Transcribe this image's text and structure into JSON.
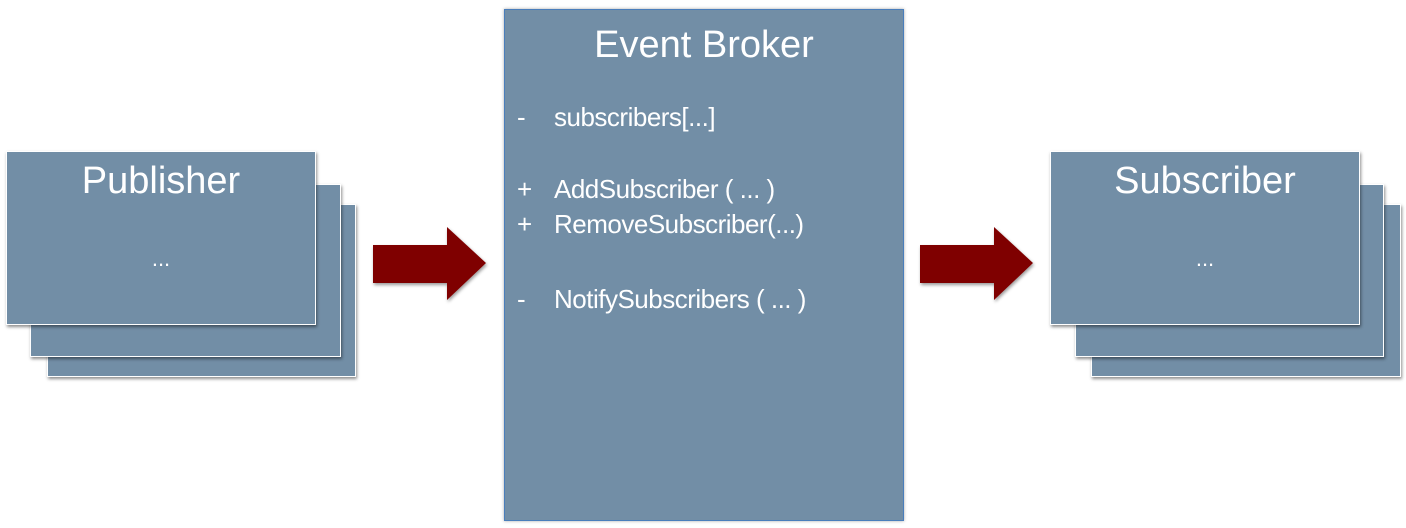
{
  "diagram": {
    "publisher": {
      "title": "Publisher",
      "body": "...",
      "stack_count": 3
    },
    "broker": {
      "title": "Event Broker",
      "members": [
        {
          "visibility": "-",
          "signature": "subscribers[...]"
        },
        {
          "visibility": "+",
          "signature": "AddSubscriber  ( ... )"
        },
        {
          "visibility": "+",
          "signature": "RemoveSubscriber(...)"
        },
        {
          "visibility": "-",
          "signature": "NotifySubscribers ( ... )"
        }
      ]
    },
    "subscriber": {
      "title": "Subscriber",
      "body": "...",
      "stack_count": 3
    },
    "arrows": [
      {
        "from": "publisher",
        "to": "broker",
        "icon": "right-arrow-icon"
      },
      {
        "from": "broker",
        "to": "subscriber",
        "icon": "right-arrow-icon"
      }
    ],
    "colors": {
      "box_fill": "#728ea6",
      "broker_border": "#4a7ebb",
      "arrow": "#7f0000",
      "text": "#ffffff"
    }
  }
}
